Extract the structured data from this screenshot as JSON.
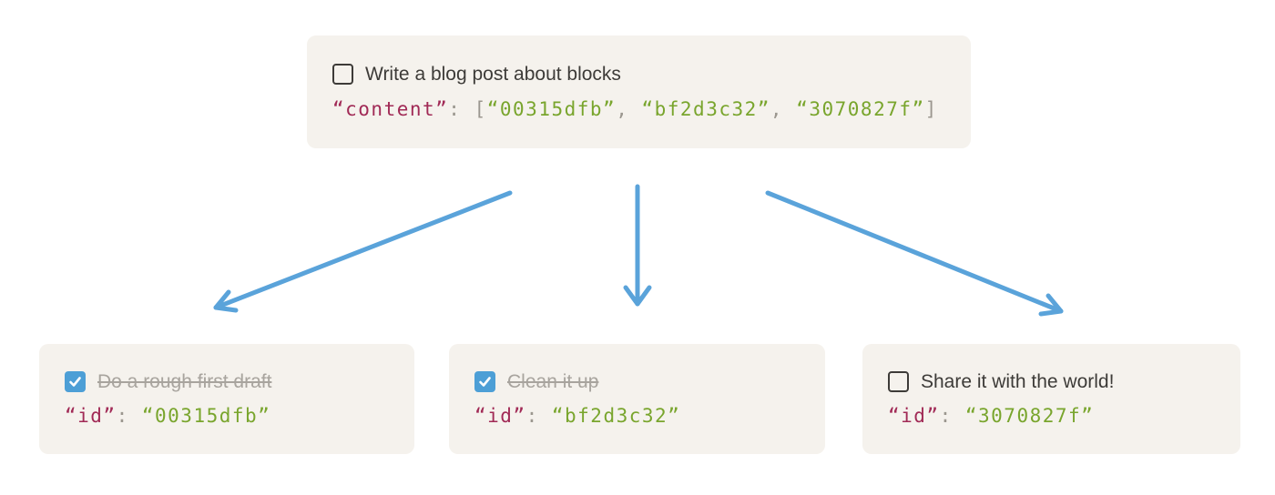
{
  "colors": {
    "page_bg": "#ffffff",
    "block_bg": "#f5f2ed",
    "text": "#3d3b38",
    "text_muted_done": "#a8a49e",
    "code_key": "#a12a56",
    "code_string": "#79a52d",
    "code_punct": "#9b978f",
    "arrow_blue": "#5aa3da",
    "checkbox_checked_bg": "#4d9fd6",
    "checkbox_check": "#ffffff"
  },
  "parent_block": {
    "label": "Write a blog post about blocks",
    "checked": false,
    "code": {
      "key": "“content”",
      "colon": ": ",
      "bracket_open": "[",
      "comma": ", ",
      "bracket_close": "]",
      "values": [
        "“00315dfb”",
        "“bf2d3c32”",
        "“3070827f”"
      ]
    }
  },
  "child_blocks": [
    {
      "label": "Do a rough first draft",
      "checked": true,
      "code": {
        "key": "“id”",
        "colon": ": ",
        "value": "“00315dfb”"
      }
    },
    {
      "label": "Clean it up",
      "checked": true,
      "code": {
        "key": "“id”",
        "colon": ": ",
        "value": "“bf2d3c32”"
      }
    },
    {
      "label": "Share it with the world!",
      "checked": false,
      "code": {
        "key": "“id”",
        "colon": ": ",
        "value": "“3070827f”"
      }
    }
  ]
}
